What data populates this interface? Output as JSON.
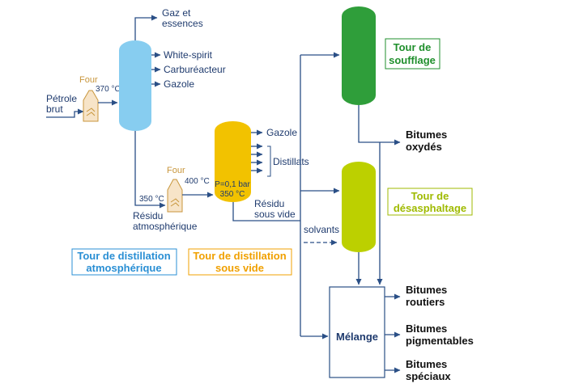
{
  "inputs": {
    "petrole": [
      "Pétrole",
      "brut"
    ],
    "solvants": "solvants"
  },
  "furnaces": {
    "four1": {
      "label": "Four",
      "temp_out": "370 °C"
    },
    "four2": {
      "label": "Four",
      "temp_in": "350 °C",
      "temp_out": "400 °C"
    }
  },
  "atmospheric": {
    "products": {
      "gaz_essences": [
        "Gaz et",
        "essences"
      ],
      "white_spirit": "White-spirit",
      "carbureacteur": "Carburéacteur",
      "gazole": "Gazole"
    },
    "residue": [
      "Résidu",
      "atmosphérique"
    ],
    "title": [
      "Tour de distillation",
      "atmosphérique"
    ]
  },
  "vacuum": {
    "gazole": "Gazole",
    "distillats": "Distillats",
    "conditions": [
      "P=0,1 bar",
      "350 °C"
    ],
    "residue": [
      "Résidu",
      "sous vide"
    ],
    "title": [
      "Tour de distillation",
      "sous vide"
    ]
  },
  "soufflage": {
    "title": [
      "Tour de",
      "soufflage"
    ]
  },
  "desasphaltage": {
    "title": [
      "Tour de",
      "désasphaltage"
    ]
  },
  "melange": {
    "label": "Mélange"
  },
  "products": {
    "oxydes": [
      "Bitumes",
      "oxydés"
    ],
    "routiers": [
      "Bitumes",
      "routiers"
    ],
    "pigmentables": [
      "Bitumes",
      "pigmentables"
    ],
    "speciaux": [
      "Bitumes",
      "spéciaux"
    ]
  },
  "colors": {
    "atmospheric_tower": "#87cdf0",
    "vacuum_tower": "#f2c200",
    "soufflage_tower": "#2f9e3a",
    "desasphaltage_tower": "#bcd000",
    "furnace": "#f7e4c8",
    "flow_line": "#2a4f86",
    "title_atmospheric": "#2a8fd4",
    "title_vacuum": "#f0a000",
    "title_soufflage": "#1f8f2c",
    "title_desasphaltage": "#9fba00"
  }
}
